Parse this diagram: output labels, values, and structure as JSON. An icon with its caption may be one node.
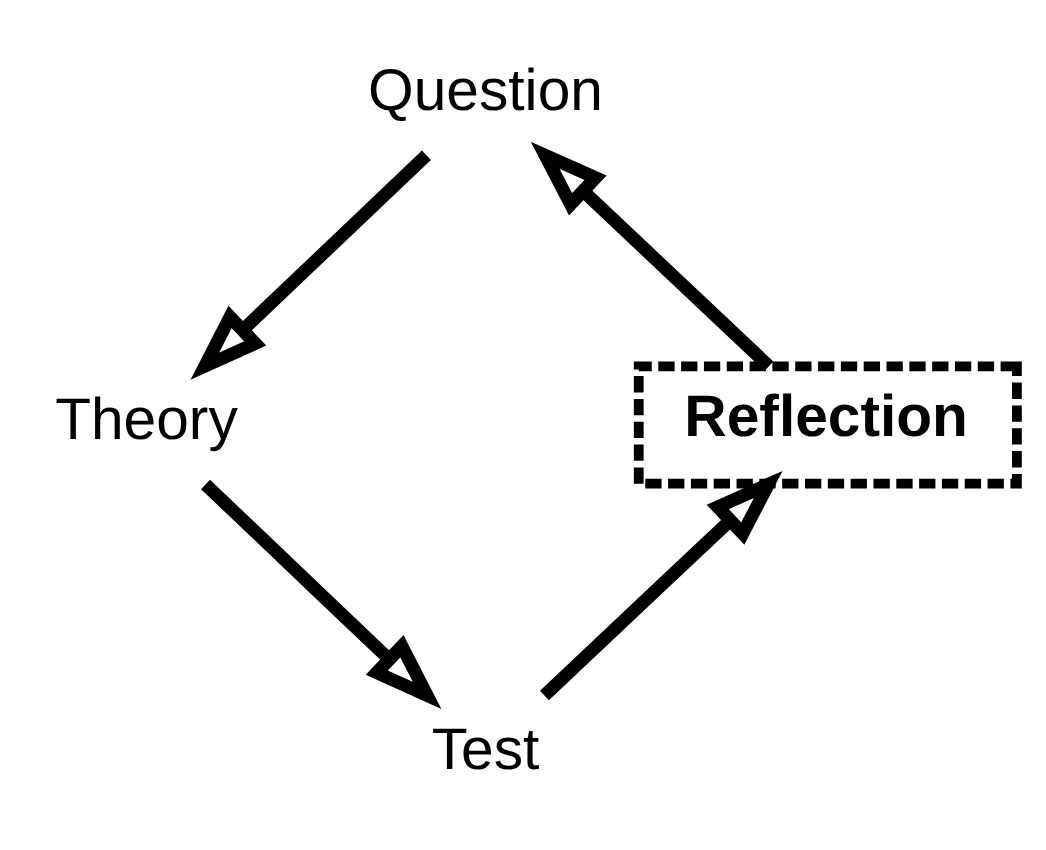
{
  "diagram": {
    "nodes": [
      {
        "text": [
          "Question"
        ]
      },
      {
        "text": [
          "Theory"
        ]
      },
      {
        "text": [
          "Test"
        ]
      },
      {
        "text": [
          "Reflection"
        ]
      }
    ],
    "edges": [
      {
        "from": 0,
        "to": 1,
        "arrow": "to"
      },
      {
        "from": 1,
        "to": 2,
        "arrow": "to"
      },
      {
        "from": 2,
        "to": 3,
        "arrow": "to"
      },
      {
        "from": 3,
        "to": 0,
        "arrow": "to"
      }
    ]
  }
}
